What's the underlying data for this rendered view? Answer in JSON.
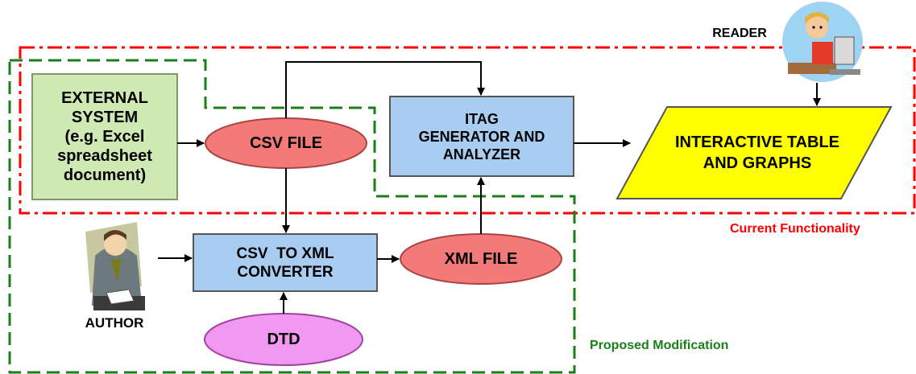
{
  "nodes": {
    "external_system": "EXTERNAL\nSYSTEM\n(e.g. Excel\nspreadsheet\ndocument)",
    "csv_file": "CSV FILE",
    "itag": "ITAG\nGENERATOR AND\nANALYZER",
    "interactive": "INTERACTIVE TABLE\nAND GRAPHS",
    "csv_to_xml": "CSV  TO XML\nCONVERTER",
    "xml_file": "XML FILE",
    "dtd": "DTD"
  },
  "actors": {
    "reader": "READER",
    "author": "AUTHOR"
  },
  "legend": {
    "current": "Current Functionality",
    "proposed": "Proposed Modification"
  },
  "colors": {
    "red_dash": "#ff0000",
    "green_dash": "#1a7f1a",
    "green_box": "#cfe8b4",
    "blue_box": "#a9cdf0",
    "red_ellipse": "#f47a7a",
    "pink_ellipse": "#f199f0",
    "yellow": "#ffff00"
  }
}
